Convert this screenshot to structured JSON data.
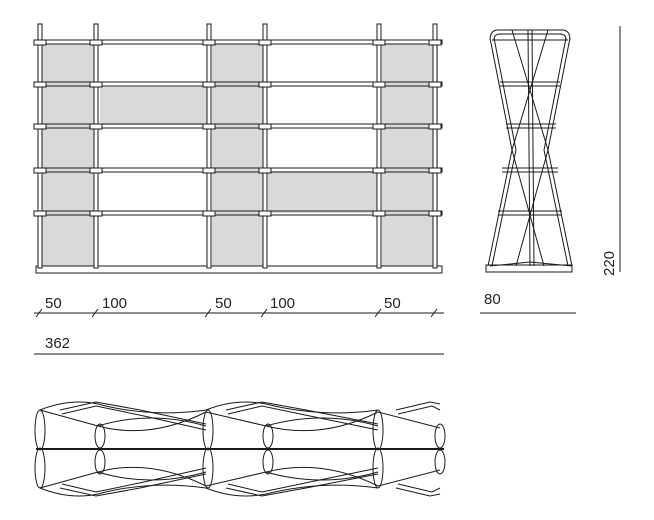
{
  "dimensions": {
    "bays": [
      "50",
      "100",
      "50",
      "100",
      "50"
    ],
    "total_width": "362",
    "depth": "80",
    "height": "220"
  },
  "colors": {
    "line": "#1a1a1a",
    "panel_fill": "#d9d9d9",
    "background": "#ffffff"
  }
}
